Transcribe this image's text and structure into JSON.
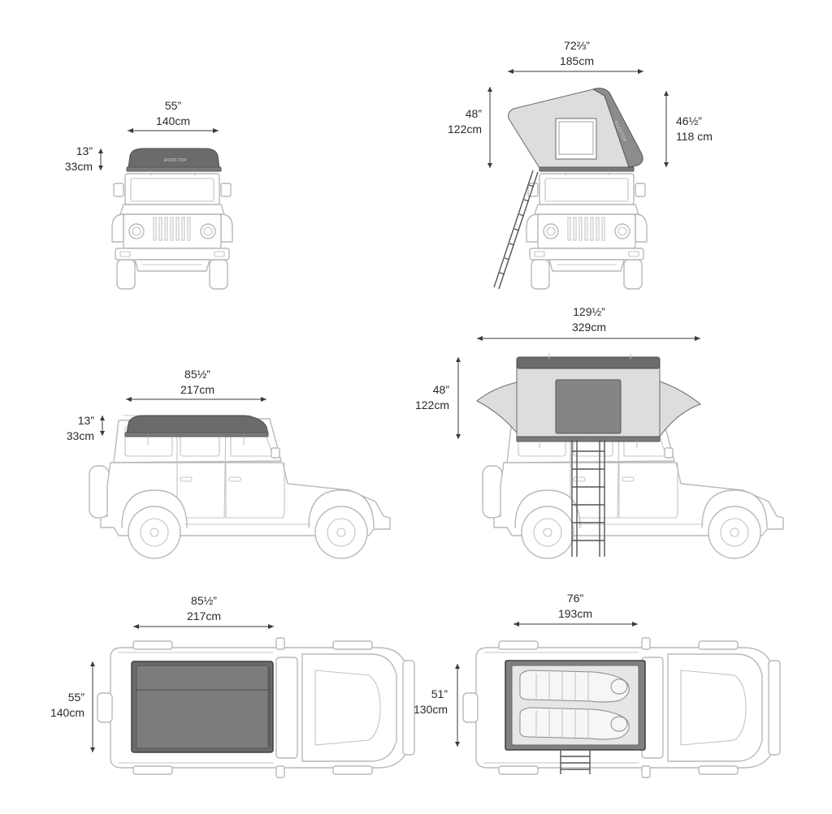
{
  "views": {
    "front_closed": {
      "width_in": "55”",
      "width_cm": "140cm",
      "height_in": "13”",
      "height_cm": "33cm"
    },
    "front_open": {
      "width_in": "72⅔”",
      "width_cm": "185cm",
      "height_in": "48”",
      "height_cm": "122cm",
      "side_in": "46½”",
      "side_cm": "118 cm"
    },
    "side_closed": {
      "length_in": "85½”",
      "length_cm": "217cm",
      "height_in": "13”",
      "height_cm": "33cm"
    },
    "side_open": {
      "length_in": "129½”",
      "length_cm": "329cm",
      "height_in": "48”",
      "height_cm": "122cm"
    },
    "top_closed": {
      "length_in": "85½”",
      "length_cm": "217cm",
      "width_in": "55”",
      "width_cm": "140cm"
    },
    "top_open": {
      "length_in": "76”",
      "length_cm": "193cm",
      "width_in": "51”",
      "width_cm": "130cm"
    }
  },
  "colors": {
    "tent_shell": "#6b6b6b",
    "tent_fabric": "#dddddd",
    "vehicle_line": "#b9b9b9",
    "dimension_line": "#3a3a3a"
  }
}
